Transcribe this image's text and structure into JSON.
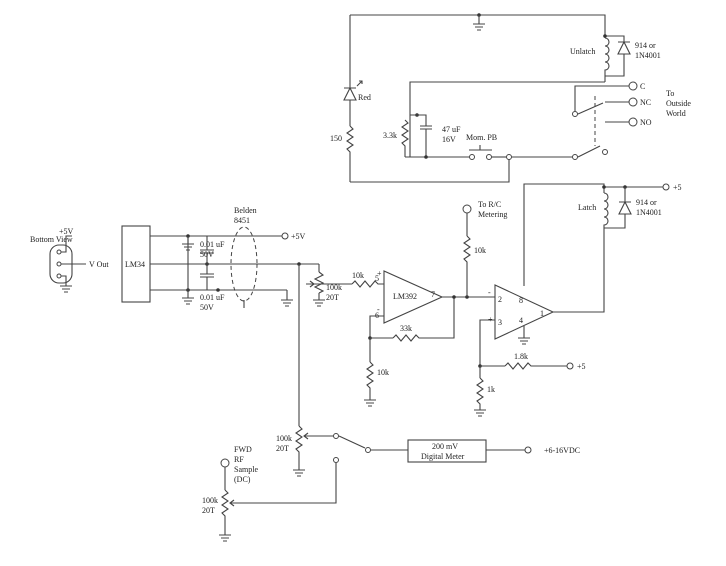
{
  "labels": {
    "bottom_view": "Bottom\nView",
    "plus5v_sensor": "+5V",
    "vout": "V Out",
    "lm34": "LM34",
    "belden": "Belden\n8451",
    "c001_top": "0.01 uF\n50V",
    "c001_bot": "0.01 uF\n50V",
    "plus5v_rail": "+5V",
    "pot_100k_top": "100k\n20T",
    "r10k_in": "10k",
    "lm392": "LM392",
    "pin5": "5",
    "pin6": "6",
    "pin7": "7",
    "plus_sign": "+",
    "minus_sign": "-",
    "r33k": "33k",
    "r10k_gnd": "10k",
    "to_rc": "To R/C\nMetering",
    "r10k_rc": "10k",
    "comp_pins": [
      "2",
      "3",
      "8",
      "4",
      "1"
    ],
    "r1_8k": "1.8k",
    "r1k": "1k",
    "plus5_comp": "+5",
    "latch": "Latch",
    "diode_latch": "914 or\n1N4001",
    "plus5_latch": "+5",
    "unlatch": "Unlatch",
    "diode_unlatch": "914 or\n1N4001",
    "red": "Red",
    "r150": "150",
    "r3_3k": "3.3k",
    "cap47": "47 uF\n16V",
    "mom_pb": "Mom. PB",
    "c_term": "C",
    "nc_term": "NC",
    "no_term": "NO",
    "outside": "To\nOutside\nWorld",
    "pot_100k_mid": "100k\n20T",
    "meter": "200 mV\nDigital Meter",
    "supply": "+6-16VDC",
    "fwd": "FWD\nRF\nSample\n(DC)",
    "pot_100k_bot": "100k\n20T"
  }
}
